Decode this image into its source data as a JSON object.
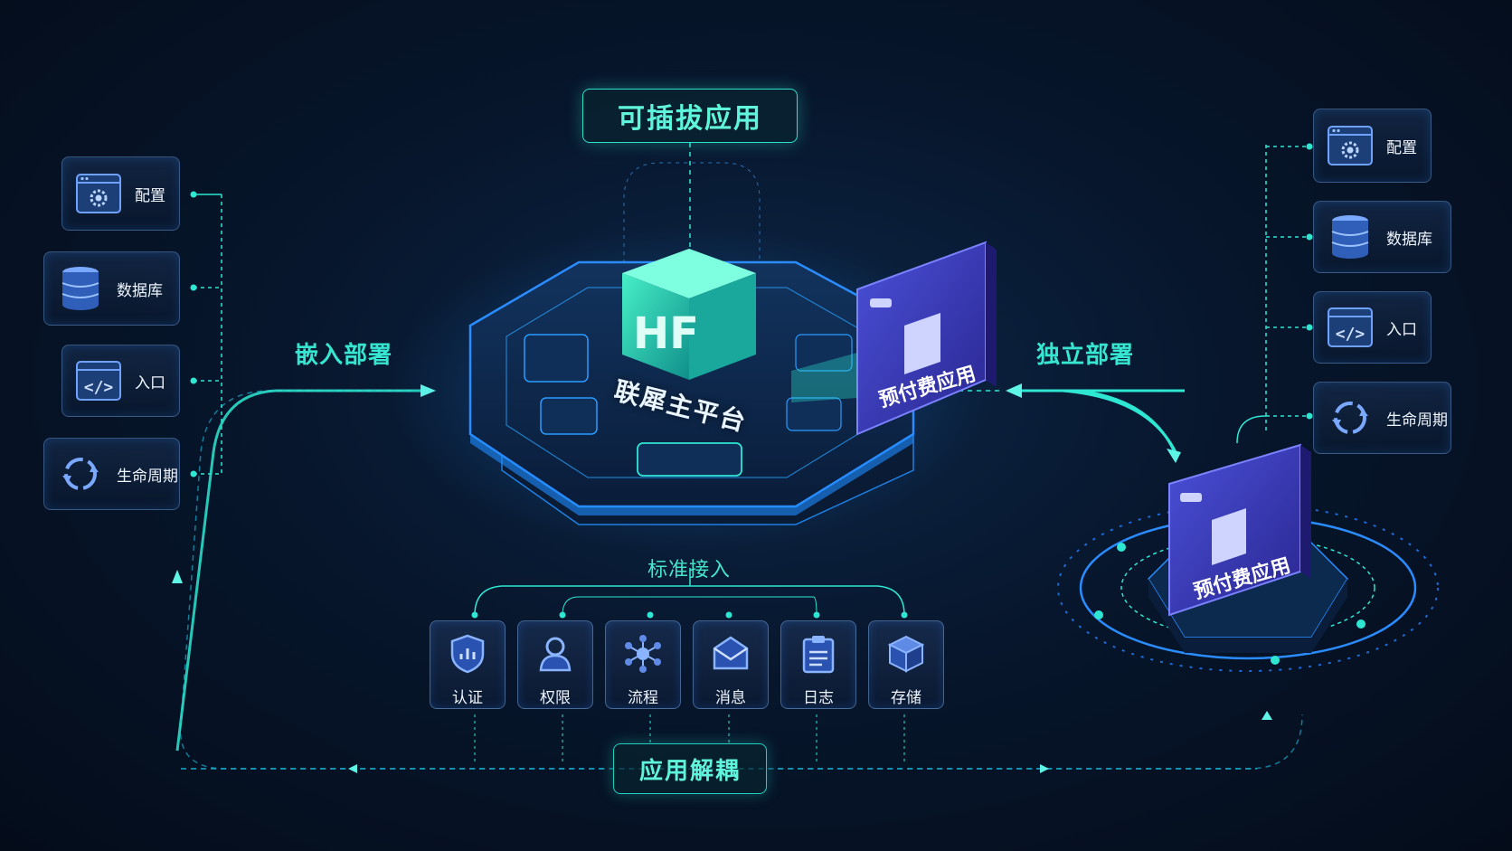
{
  "title": "可插拔应用",
  "platform": "联犀主平台",
  "embed_label": "嵌入部署",
  "standalone_label": "独立部署",
  "standard_access": "标准接入",
  "decouple": "应用解耦",
  "left_cards": [
    {
      "label": "配置",
      "icon": "gear-window-icon"
    },
    {
      "label": "数据库",
      "icon": "database-icon"
    },
    {
      "label": "入口",
      "icon": "code-icon"
    },
    {
      "label": "生命周期",
      "icon": "lifecycle-icon"
    }
  ],
  "right_cards": [
    {
      "label": "配置",
      "icon": "gear-window-icon"
    },
    {
      "label": "数据库",
      "icon": "database-icon"
    },
    {
      "label": "入口",
      "icon": "code-icon"
    },
    {
      "label": "生命周期",
      "icon": "lifecycle-icon"
    }
  ],
  "services": [
    {
      "label": "认证",
      "icon": "shield-icon"
    },
    {
      "label": "权限",
      "icon": "user-permission-icon"
    },
    {
      "label": "流程",
      "icon": "flow-network-icon"
    },
    {
      "label": "消息",
      "icon": "message-icon"
    },
    {
      "label": "日志",
      "icon": "log-clipboard-icon"
    },
    {
      "label": "存储",
      "icon": "storage-box-icon"
    }
  ],
  "app_module": "预付费应用",
  "app_module_standalone": "预付费应用",
  "colors": {
    "accent": "#36e6d0",
    "blue": "#2a7bff",
    "purple": "#4b42c8"
  }
}
